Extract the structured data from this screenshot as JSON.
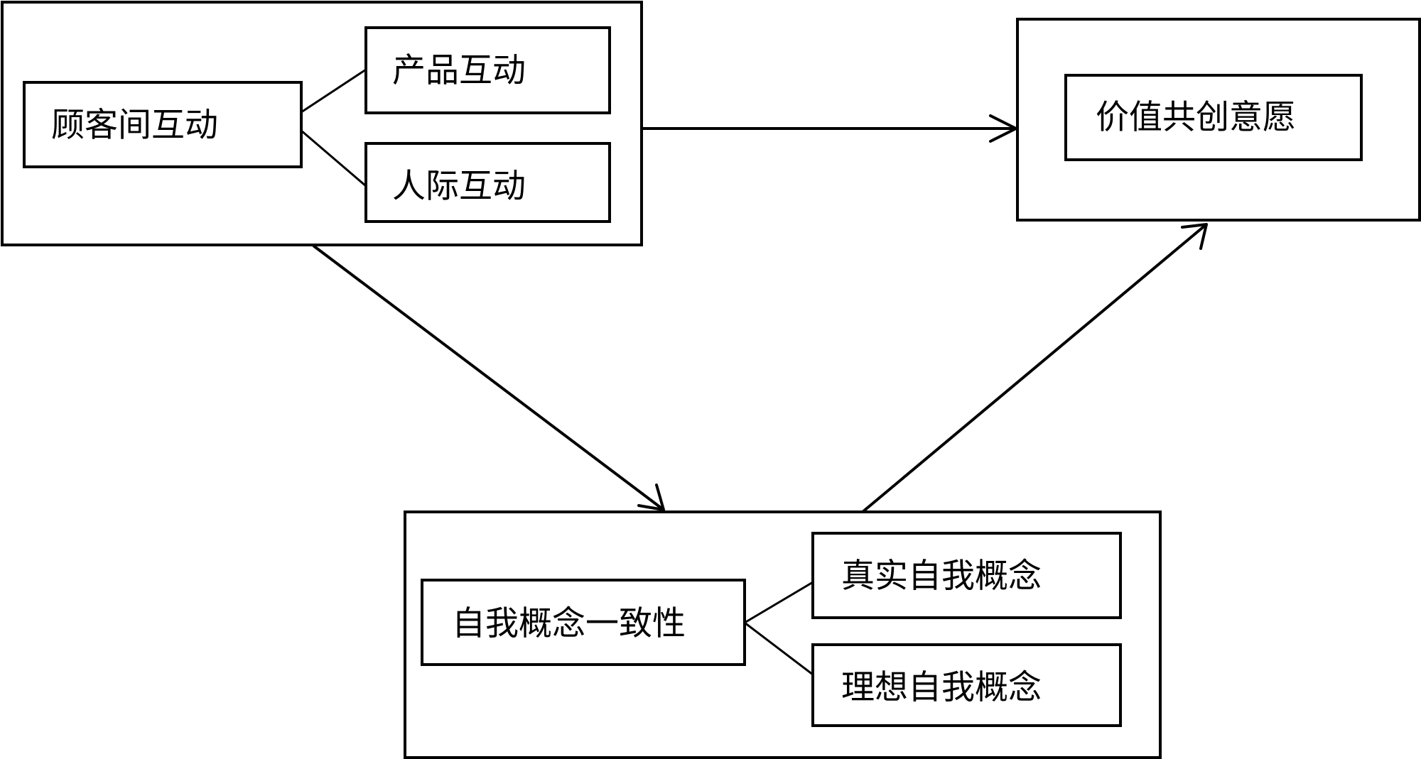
{
  "interaction": {
    "main_label": "顾客间互动",
    "sub_labels": [
      "产品互动",
      "人际互动"
    ]
  },
  "outcome": {
    "main_label": "价值共创意愿"
  },
  "mediator": {
    "main_label": "自我概念一致性",
    "sub_labels": [
      "真实自我概念",
      "理想自我概念"
    ]
  }
}
